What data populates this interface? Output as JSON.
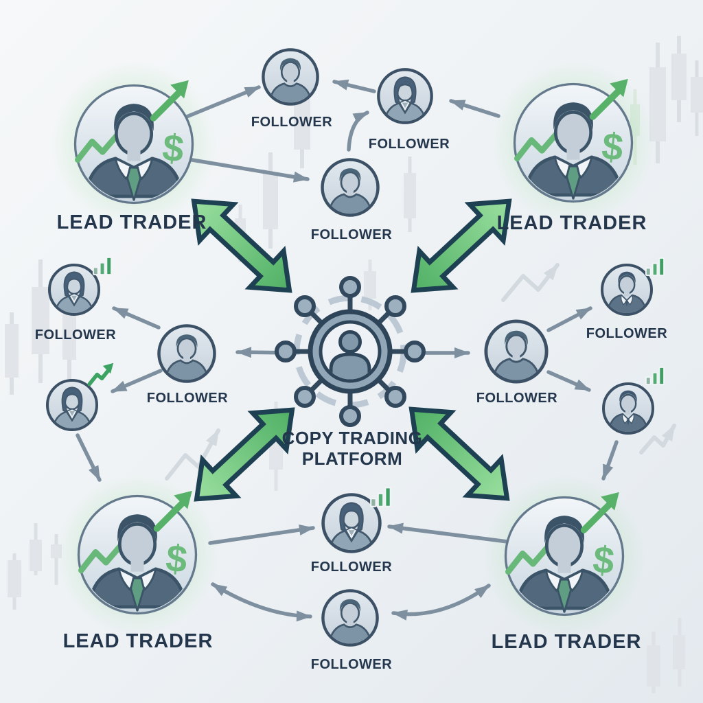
{
  "center_platform": {
    "id": "copy-trading-platform",
    "label_line1": "COPY TRADING",
    "label_line2": "PLATFORM",
    "icon": "network-hub-icon"
  },
  "lead_traders": [
    {
      "id": "lead-trader-top-left",
      "position": "top-left",
      "label": "LEAD TRADER"
    },
    {
      "id": "lead-trader-top-right",
      "position": "top-right",
      "label": "LEAD TRADER"
    },
    {
      "id": "lead-trader-bottom-left",
      "position": "bottom-left",
      "label": "LEAD TRADER"
    },
    {
      "id": "lead-trader-bottom-right",
      "position": "bottom-right",
      "label": "LEAD TRADER"
    }
  ],
  "followers": [
    {
      "id": "follower-1",
      "position": "top-left",
      "variant": "male",
      "badge": null,
      "label": "FOLLOWER"
    },
    {
      "id": "follower-2",
      "position": "top",
      "variant": "female",
      "badge": null,
      "label": "FOLLOWER"
    },
    {
      "id": "follower-3",
      "position": "top-center",
      "variant": "male",
      "badge": null,
      "label": "FOLLOWER"
    },
    {
      "id": "follower-4",
      "position": "left-upper",
      "variant": "female",
      "badge": "bar-chart",
      "label": "FOLLOWER"
    },
    {
      "id": "follower-5",
      "position": "left-middle",
      "variant": "male",
      "badge": null,
      "label": "FOLLOWER"
    },
    {
      "id": "follower-6",
      "position": "left-lower",
      "variant": "female",
      "badge": "trend-arrow",
      "label": ""
    },
    {
      "id": "follower-7",
      "position": "right-middle",
      "variant": "male",
      "badge": null,
      "label": "FOLLOWER"
    },
    {
      "id": "follower-8",
      "position": "right-upper",
      "variant": "suit",
      "badge": "bar-chart",
      "label": "FOLLOWER"
    },
    {
      "id": "follower-9",
      "position": "right-lower",
      "variant": "suit",
      "badge": "bar-chart",
      "label": ""
    },
    {
      "id": "follower-10",
      "position": "bottom-upper",
      "variant": "female",
      "badge": "bar-chart",
      "label": "FOLLOWER"
    },
    {
      "id": "follower-11",
      "position": "bottom-lower",
      "variant": "male",
      "badge": null,
      "label": "FOLLOWER"
    }
  ],
  "icons": {
    "dollar_sign": "$",
    "lead_trader_icons": [
      "trend-zigzag-icon",
      "dollar-icon",
      "rising-arrow-icon",
      "businessman-avatar"
    ],
    "hub_icon_parts": [
      "person-icon",
      "network-spokes",
      "dashed-ring"
    ],
    "badge_icons": [
      "bar-chart-icon",
      "trend-arrow-icon"
    ],
    "background_icons": [
      "candlestick-icon",
      "faint-trend-arrow-icon"
    ]
  },
  "edges": {
    "platform_lead_links": [
      {
        "from": "copy-trading-platform",
        "to": "lead-trader-top-left",
        "style": "green-double-arrow",
        "bidirectional": true
      },
      {
        "from": "copy-trading-platform",
        "to": "lead-trader-top-right",
        "style": "green-double-arrow",
        "bidirectional": true
      },
      {
        "from": "copy-trading-platform",
        "to": "lead-trader-bottom-left",
        "style": "green-double-arrow",
        "bidirectional": true
      },
      {
        "from": "copy-trading-platform",
        "to": "lead-trader-bottom-right",
        "style": "green-double-arrow",
        "bidirectional": true
      }
    ],
    "follow_links": [
      {
        "from": "lead-trader-top-left",
        "to": "follower-1"
      },
      {
        "from": "lead-trader-top-left",
        "to": "follower-3"
      },
      {
        "from": "follower-2",
        "to": "follower-1"
      },
      {
        "from": "follower-3",
        "to": "follower-2"
      },
      {
        "from": "lead-trader-top-right",
        "to": "follower-2"
      },
      {
        "from": "copy-trading-platform",
        "to": "follower-5"
      },
      {
        "from": "follower-5",
        "to": "follower-4"
      },
      {
        "from": "follower-5",
        "to": "follower-6"
      },
      {
        "from": "follower-6",
        "to": "lead-trader-bottom-left"
      },
      {
        "from": "copy-trading-platform",
        "to": "follower-7"
      },
      {
        "from": "follower-7",
        "to": "follower-8"
      },
      {
        "from": "follower-7",
        "to": "follower-9"
      },
      {
        "from": "follower-9",
        "to": "lead-trader-bottom-right"
      },
      {
        "from": "lead-trader-bottom-left",
        "to": "follower-10"
      },
      {
        "from": "lead-trader-bottom-left",
        "to": "follower-11",
        "bidirectional": true
      },
      {
        "from": "lead-trader-bottom-right",
        "to": "follower-10"
      },
      {
        "from": "lead-trader-bottom-right",
        "to": "follower-11",
        "bidirectional": true
      }
    ]
  },
  "colors": {
    "background": "#eef1f5",
    "accent_green": "#5cb46a",
    "green_arrow_fill_light": "#9adf9f",
    "green_arrow_fill_dark": "#50b065",
    "green_arrow_outline": "#1d4052",
    "gray_arrow": "#7e909f",
    "navy_outline": "#34495e",
    "label_text": "#24364c",
    "candlestick": "#dfe3e8",
    "glow_green": "#8cd892"
  }
}
